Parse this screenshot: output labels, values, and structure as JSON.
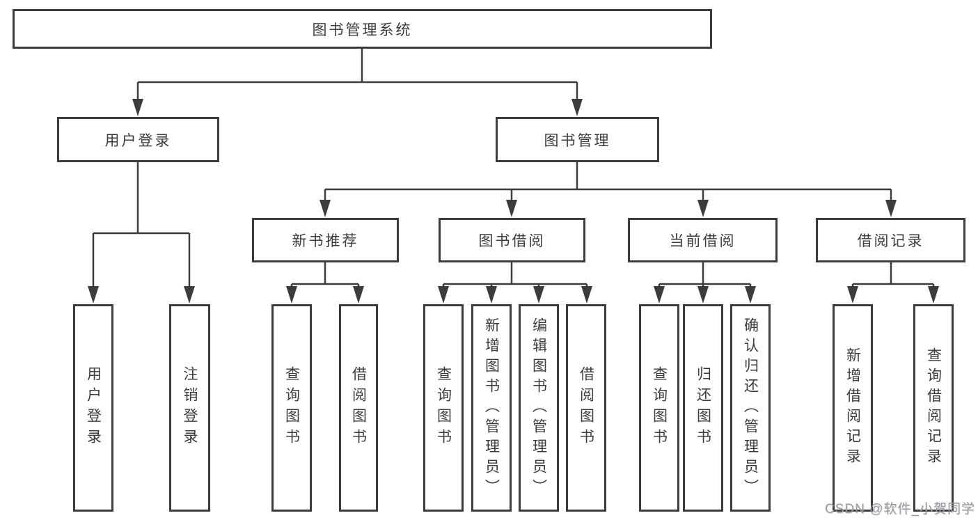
{
  "tree": {
    "label": "图书管理系统",
    "children": [
      {
        "label": "用户登录",
        "children": [
          {
            "label": "用户登录"
          },
          {
            "label": "注销登录"
          }
        ]
      },
      {
        "label": "图书管理",
        "children": [
          {
            "label": "新书推荐",
            "children": [
              {
                "label": "查询图书"
              },
              {
                "label": "借阅图书"
              }
            ]
          },
          {
            "label": "图书借阅",
            "children": [
              {
                "label": "查询图书"
              },
              {
                "label": "新增图书（管理员）"
              },
              {
                "label": "编辑图书（管理员）"
              },
              {
                "label": "借阅图书"
              }
            ]
          },
          {
            "label": "当前借阅",
            "children": [
              {
                "label": "查询图书"
              },
              {
                "label": "归还图书"
              },
              {
                "label": "确认归还（管理员）"
              }
            ]
          },
          {
            "label": "借阅记录",
            "children": [
              {
                "label": "新增借阅记录"
              },
              {
                "label": "查询借阅记录"
              }
            ]
          }
        ]
      }
    ]
  },
  "colors": {
    "line": "#3c3c3c",
    "text": "#3b3b3b",
    "watermark": "#9b9b9b"
  },
  "watermark": {
    "text": "CSDN @软件_小贺同学"
  }
}
